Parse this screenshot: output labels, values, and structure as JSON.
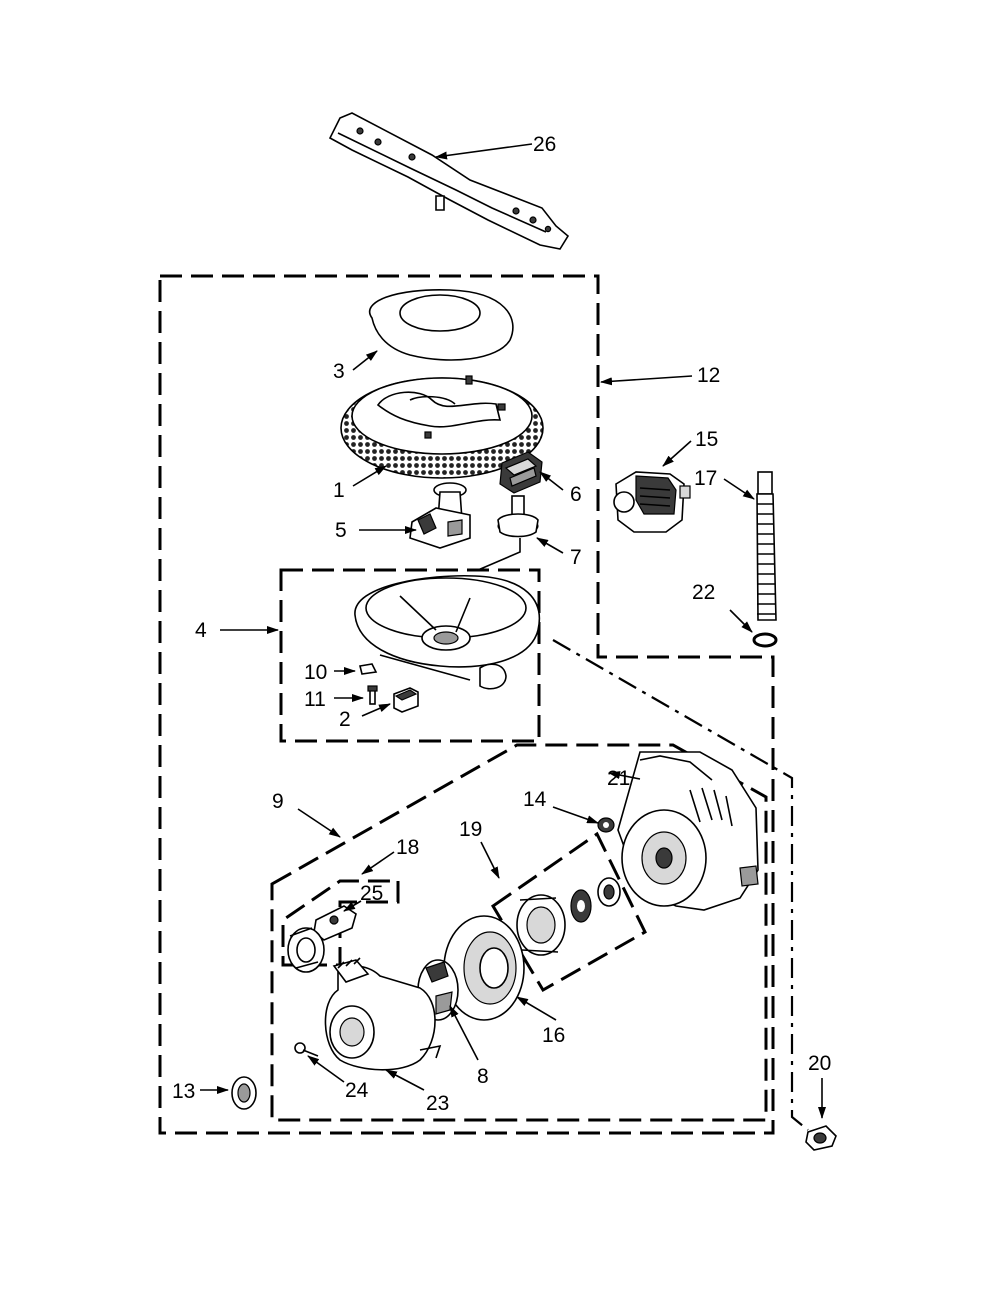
{
  "callouts": [
    {
      "id": "26",
      "text": "26"
    },
    {
      "id": "3",
      "text": "3"
    },
    {
      "id": "12",
      "text": "12"
    },
    {
      "id": "15",
      "text": "15"
    },
    {
      "id": "1",
      "text": "1"
    },
    {
      "id": "6",
      "text": "6"
    },
    {
      "id": "17",
      "text": "17"
    },
    {
      "id": "5",
      "text": "5"
    },
    {
      "id": "7",
      "text": "7"
    },
    {
      "id": "22",
      "text": "22"
    },
    {
      "id": "4",
      "text": "4"
    },
    {
      "id": "10",
      "text": "10"
    },
    {
      "id": "11",
      "text": "11"
    },
    {
      "id": "2",
      "text": "2"
    },
    {
      "id": "21",
      "text": "21"
    },
    {
      "id": "9",
      "text": "9"
    },
    {
      "id": "14",
      "text": "14"
    },
    {
      "id": "18",
      "text": "18"
    },
    {
      "id": "19",
      "text": "19"
    },
    {
      "id": "25",
      "text": "25"
    },
    {
      "id": "16",
      "text": "16"
    },
    {
      "id": "8",
      "text": "8"
    },
    {
      "id": "20",
      "text": "20"
    },
    {
      "id": "13",
      "text": "13"
    },
    {
      "id": "24",
      "text": "24"
    },
    {
      "id": "23",
      "text": "23"
    }
  ]
}
